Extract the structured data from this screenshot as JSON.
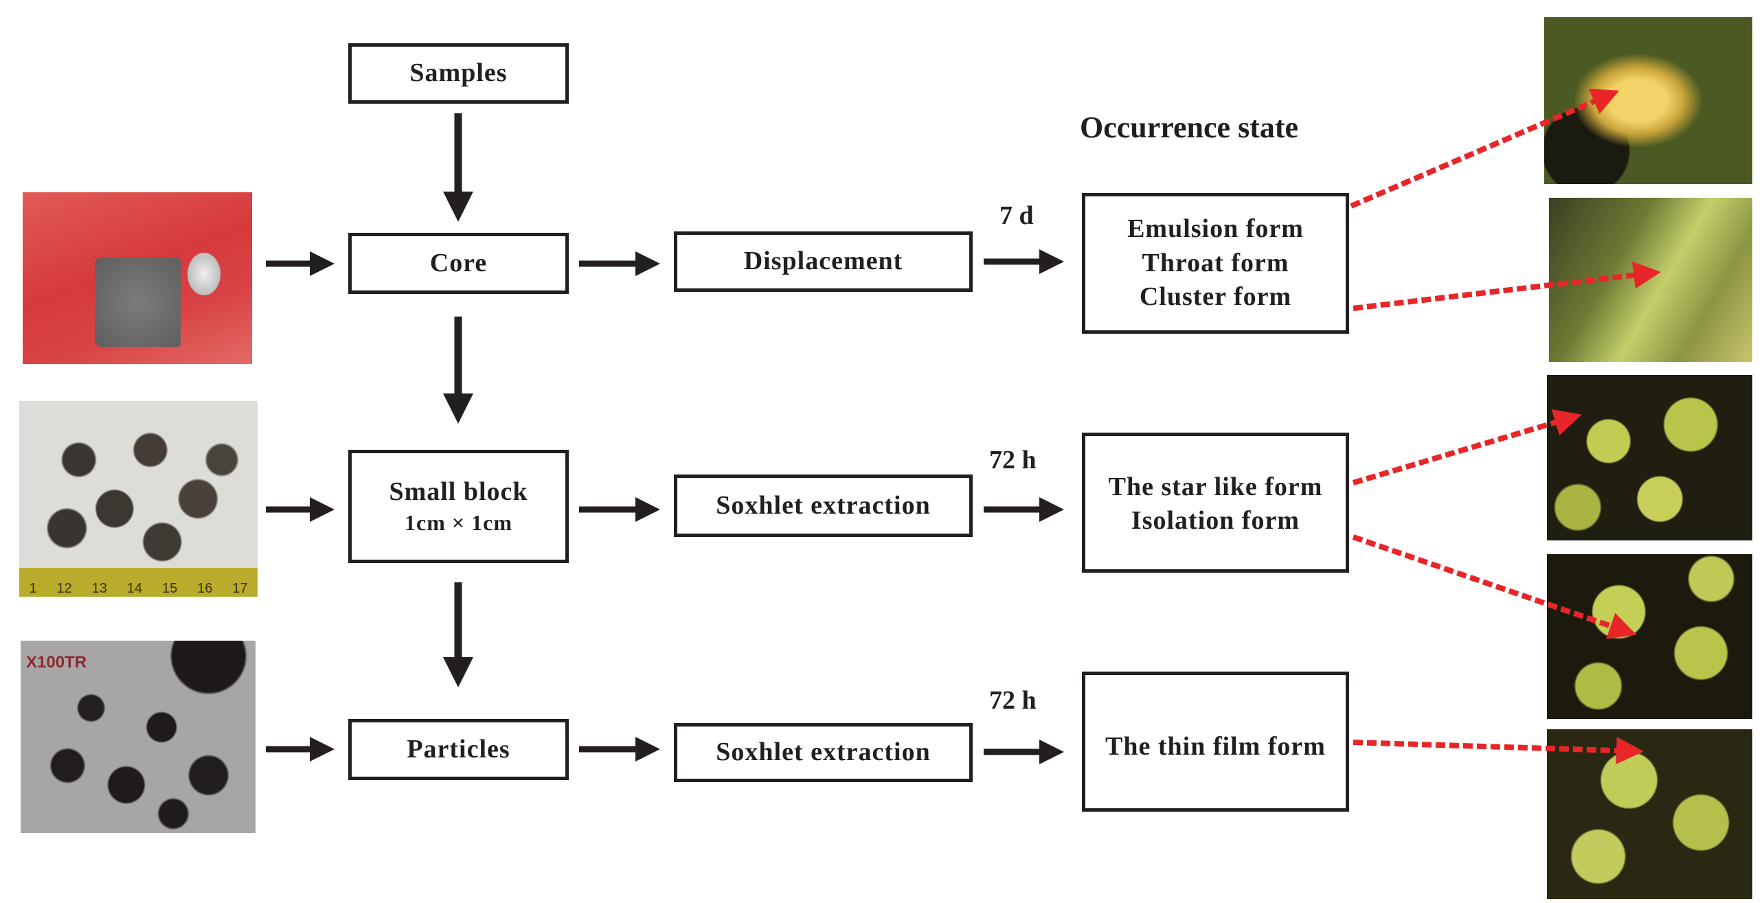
{
  "header": {
    "occurrence_title": "Occurrence state"
  },
  "boxes": {
    "samples": "Samples",
    "core": "Core",
    "small_block": "Small block",
    "small_block_size": "1cm × 1cm",
    "particles": "Particles",
    "displacement": "Displacement",
    "soxhlet_1": "Soxhlet extraction",
    "soxhlet_2": "Soxhlet extraction"
  },
  "durations": {
    "displacement": "7 d",
    "soxhlet_1": "72 h",
    "soxhlet_2": "72 h"
  },
  "states": {
    "group1": [
      "Emulsion form",
      "Throat form",
      "Cluster form"
    ],
    "group2": [
      "The star like form",
      "Isolation form"
    ],
    "group3": [
      "The thin film form"
    ]
  },
  "photos": {
    "particles_label": "X100TR",
    "ruler_numbers": [
      "1",
      "12",
      "13",
      "14",
      "15",
      "16",
      "17"
    ]
  },
  "colors": {
    "line": "#231f20",
    "red_arrow": "#e8262a",
    "core_background": "#d9393b",
    "micrograph_green": "#b9c44a"
  }
}
